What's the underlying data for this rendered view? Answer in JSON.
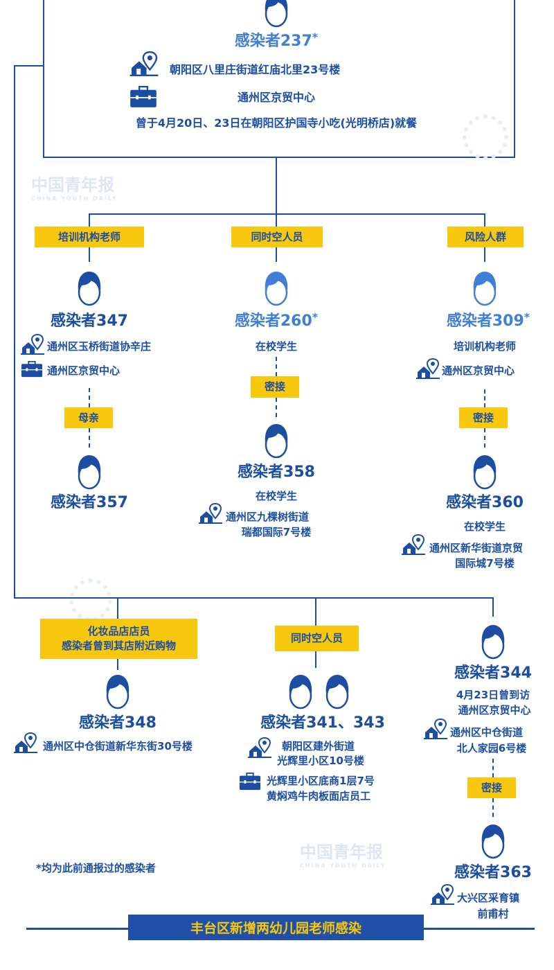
{
  "colors": {
    "primary": "#1b4ea3",
    "reported": "#3f7fd8",
    "label": "#f8c80f"
  },
  "top": {
    "name": "感染者237",
    "star": "*",
    "address": "朝阳区八里庄街道红庙北里23号楼",
    "work": "通州区京贸中心",
    "note": "曾于4月20日、23日在朝阳区护国寺小吃(光明桥店)就餐"
  },
  "watermark": {
    "cn": "中国青年报",
    "en": "CHINA YOUTH DAILY"
  },
  "branch1": {
    "col1": {
      "label": "培训机构老师",
      "name": "感染者347",
      "address": "通州区玉桥街道协辛庄",
      "work": "通州区京贸中心",
      "relation": "母亲",
      "child_name": "感染者357"
    },
    "col2": {
      "label": "同时空人员",
      "name": "感染者260",
      "star": "*",
      "desc": "在校学生",
      "relation": "密接",
      "child_name": "感染者358",
      "child_desc": "在校学生",
      "child_address_1": "通州区九棵树街道",
      "child_address_2": "瑞都国际7号楼"
    },
    "col3": {
      "label": "风险人群",
      "name": "感染者309",
      "star": "*",
      "desc": "培训机构老师",
      "address": "通州区京贸中心",
      "relation": "密接",
      "child_name": "感染者360",
      "child_desc": "在校学生",
      "child_address_1": "通州区新华街道京贸",
      "child_address_2": "国际城7号楼"
    }
  },
  "branch2": {
    "col1": {
      "label_1": "化妆品店店员",
      "label_2": "感染者曾到其店附近购物",
      "name": "感染者348",
      "address": "通州区中仓街道新华东街30号楼"
    },
    "col2": {
      "label": "同时空人员",
      "name": "感染者341、343",
      "address_1": "朝阳区建外街道",
      "address_2": "光辉里小区10号楼",
      "work_1": "光辉里小区底商1层7号",
      "work_2": "黄焖鸡牛肉板面店员工"
    },
    "col3": {
      "name": "感染者344",
      "desc_1": "4月23日曾到访",
      "desc_2": "通州区京贸中心",
      "address_1": "通州区中仓街道",
      "address_2": "北人家园6号楼",
      "relation": "密接",
      "child_name": "感染者363",
      "child_address_1": "大兴区采育镇",
      "child_address_2": "前甫村"
    }
  },
  "footnote": "*均为此前通报过的感染者",
  "footer": "丰台区新增两幼儿园老师感染"
}
